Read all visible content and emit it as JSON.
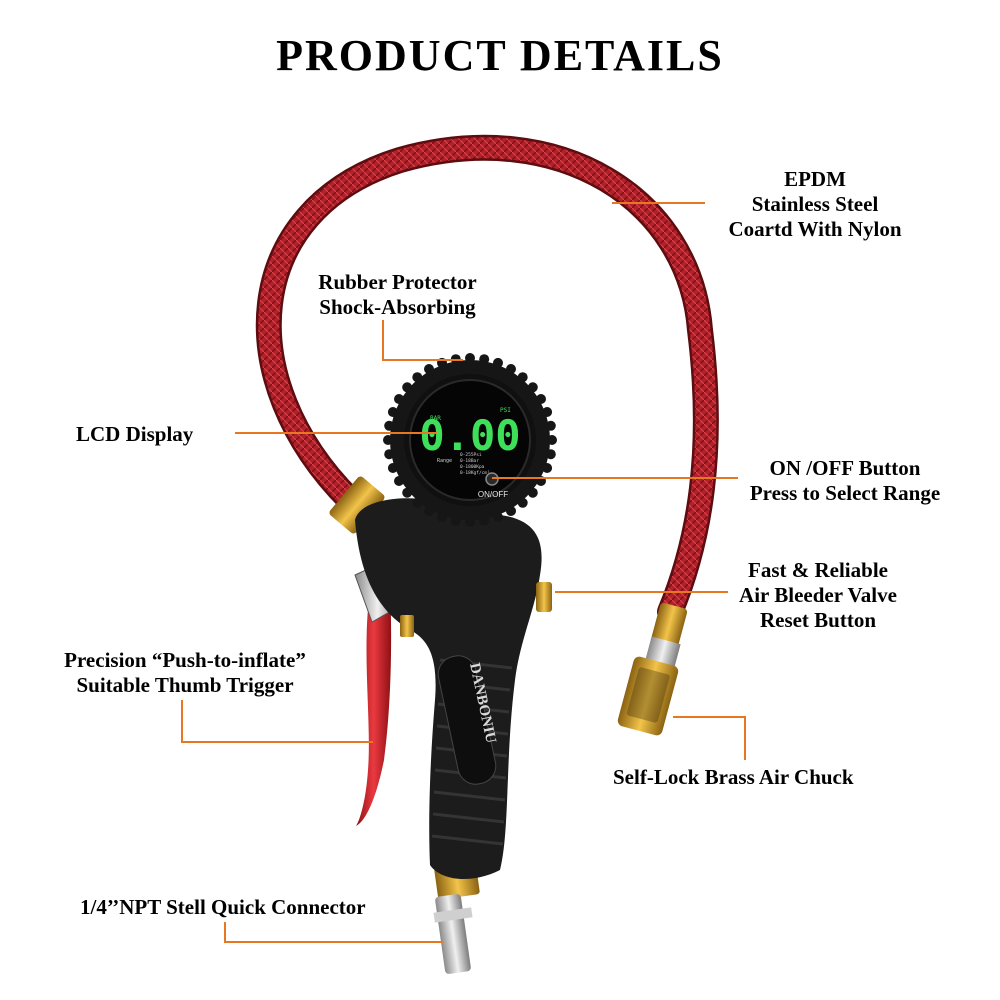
{
  "title": "PRODUCT DETAILS",
  "colors": {
    "leader_line": "#e87722",
    "hose": "#b3202a",
    "lcd_digits": "#3ee05a",
    "body": "#1c1c1c",
    "brass": "#d9a52a",
    "trigger": "#cc1f26"
  },
  "lcd": {
    "unit_left": "BAR",
    "unit_right": "PSI",
    "reading": "0.00",
    "range_label": "Range",
    "range_lines": [
      "0-255Psi",
      "0-18Bar",
      "0-1800Kpa",
      "0-18Kgf/cm²"
    ],
    "button_label": "ON/OFF"
  },
  "grip_brand": "DANBONIU",
  "callouts": {
    "hose": [
      "EPDM",
      "Stainless Steel",
      "Coartd With Nylon"
    ],
    "rubber": [
      "Rubber Protector",
      "Shock-Absorbing"
    ],
    "lcd": [
      "LCD Display"
    ],
    "onoff": [
      "ON /OFF Button",
      "Press to Select Range"
    ],
    "bleeder": [
      "Fast & Reliable",
      "Air Bleeder Valve",
      "Reset Button"
    ],
    "trigger": [
      "Precision “Push-to-inflate”",
      "Suitable Thumb Trigger"
    ],
    "chuck": [
      "Self-Lock Brass Air Chuck"
    ],
    "connector": [
      "1/4’’NPT Stell Quick Connector"
    ]
  }
}
